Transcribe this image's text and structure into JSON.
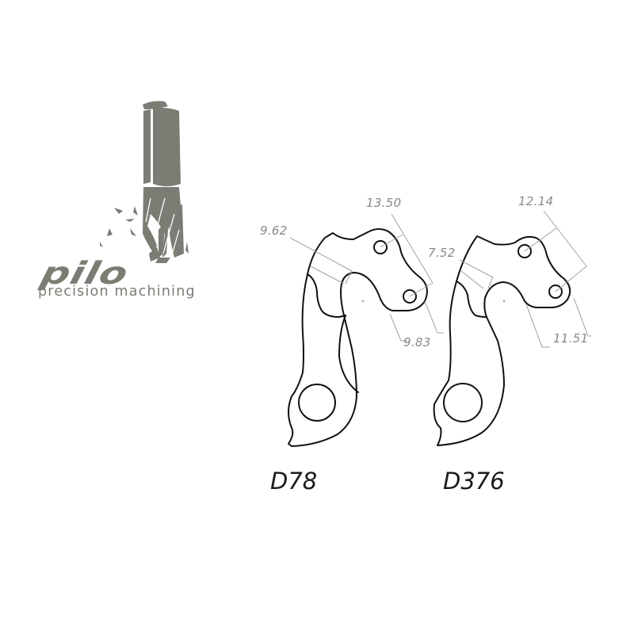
{
  "logo": {
    "brand": "pilo",
    "tagline": "precision machining",
    "color": "#7a7d73",
    "icon": "end-mill-icon"
  },
  "parts": [
    {
      "label": "D78",
      "dimensions": {
        "top_span": "13.50",
        "left_width": "9.62",
        "lower_right": "9.83"
      }
    },
    {
      "label": "D376",
      "dimensions": {
        "top_span": "12.14",
        "left_width": "7.52",
        "lower_right": "11.51"
      }
    }
  ],
  "colors": {
    "outline": "#111111",
    "dimension_line": "#9a9a9a",
    "dimension_text": "#8a8a8a",
    "background": "#ffffff"
  }
}
